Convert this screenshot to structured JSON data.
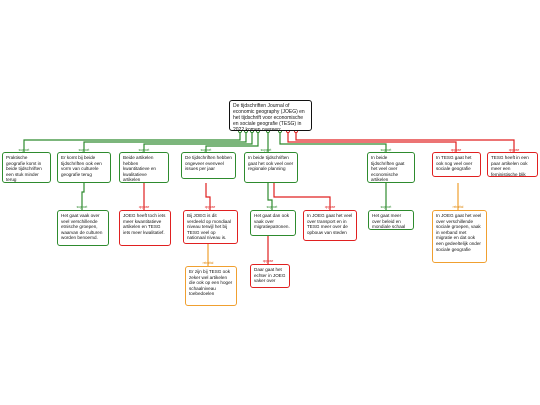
{
  "root": {
    "text": "De tijdschriften Journal of economic geography (JOEG) en het tijdschrift voor economische en sociale geografie (TESG) in 2022 komen overeen:"
  },
  "level1": [
    {
      "text": "Praktische geografie komt in beide tijdschriften een stuk minder terug",
      "tag": "support",
      "color": "green"
    },
    {
      "text": "Er komt bij beide tijdschriften ook een vorm van culturele geografie terug",
      "tag": "support",
      "color": "green"
    },
    {
      "text": "Beide artikelen hebben kwantitatieve en kwalitatieve artikelen",
      "tag": "support",
      "color": "green"
    },
    {
      "text": "De tijdschriften hebben ongeveer evenveel issues per jaar",
      "tag": "support",
      "color": "green"
    },
    {
      "text": "In beide tijdschriften gaat het ook veel over regionale planning",
      "tag": "support",
      "color": "green"
    },
    {
      "text": "In beide tijdschriften gaat het veel over economische artikelen",
      "tag": "support",
      "color": "green"
    },
    {
      "text": "In TESG gaat het ook nog veel over sociale geografie",
      "tag": "oppose",
      "color": "red"
    },
    {
      "text": "TESG heeft in een paar artikelen ook meer een feministische blik",
      "tag": "oppose",
      "color": "red"
    }
  ],
  "level2": [
    {
      "text": "Het gaat vaak over veel verschillende etnische groepen, waarvan de culturen worden benoemd.",
      "tag": "support",
      "color": "green"
    },
    {
      "text": "JOEG heeft toch iets meer kwantitatieve artikelen en TESG iets meer kwalitatief.",
      "tag": "oppose",
      "color": "red"
    },
    {
      "text": "Bij JOEG is dit verdeeld op mondiaal niveau terwijl het bij TESG veel op nationaal niveau is.",
      "tag": "oppose",
      "color": "red"
    },
    {
      "text": "Het gaat dan ook vaak over migratiepatronen.",
      "tag": "support",
      "color": "green"
    },
    {
      "text": "In JOEG gaat het veel over transport en in TESG meer over de opbouw van steden",
      "tag": "oppose",
      "color": "red"
    },
    {
      "text": "Het gaat meer over beleid en mondiale schaal",
      "tag": "support",
      "color": "green"
    },
    {
      "text": "In JOEG gaat het veel over verschillende sociale groepen, vaak in verband met migratie en dat ook een gedeeltelijk onder sociale geografie",
      "tag": "rebuttal",
      "color": "orange"
    }
  ],
  "level3": [
    {
      "text": "Er zijn bij TESG ook zeker wel artikelen die ook op een hoger schaalniveau toebedoelen",
      "tag": "rebuttal",
      "color": "orange"
    },
    {
      "text": "Daar gaat het echter in JOEG vaker over",
      "tag": "oppose",
      "color": "red"
    }
  ],
  "colors": {
    "support": "#2e8b2e",
    "oppose": "#e02020",
    "rebuttal": "#f0a030",
    "root": "#111111"
  }
}
